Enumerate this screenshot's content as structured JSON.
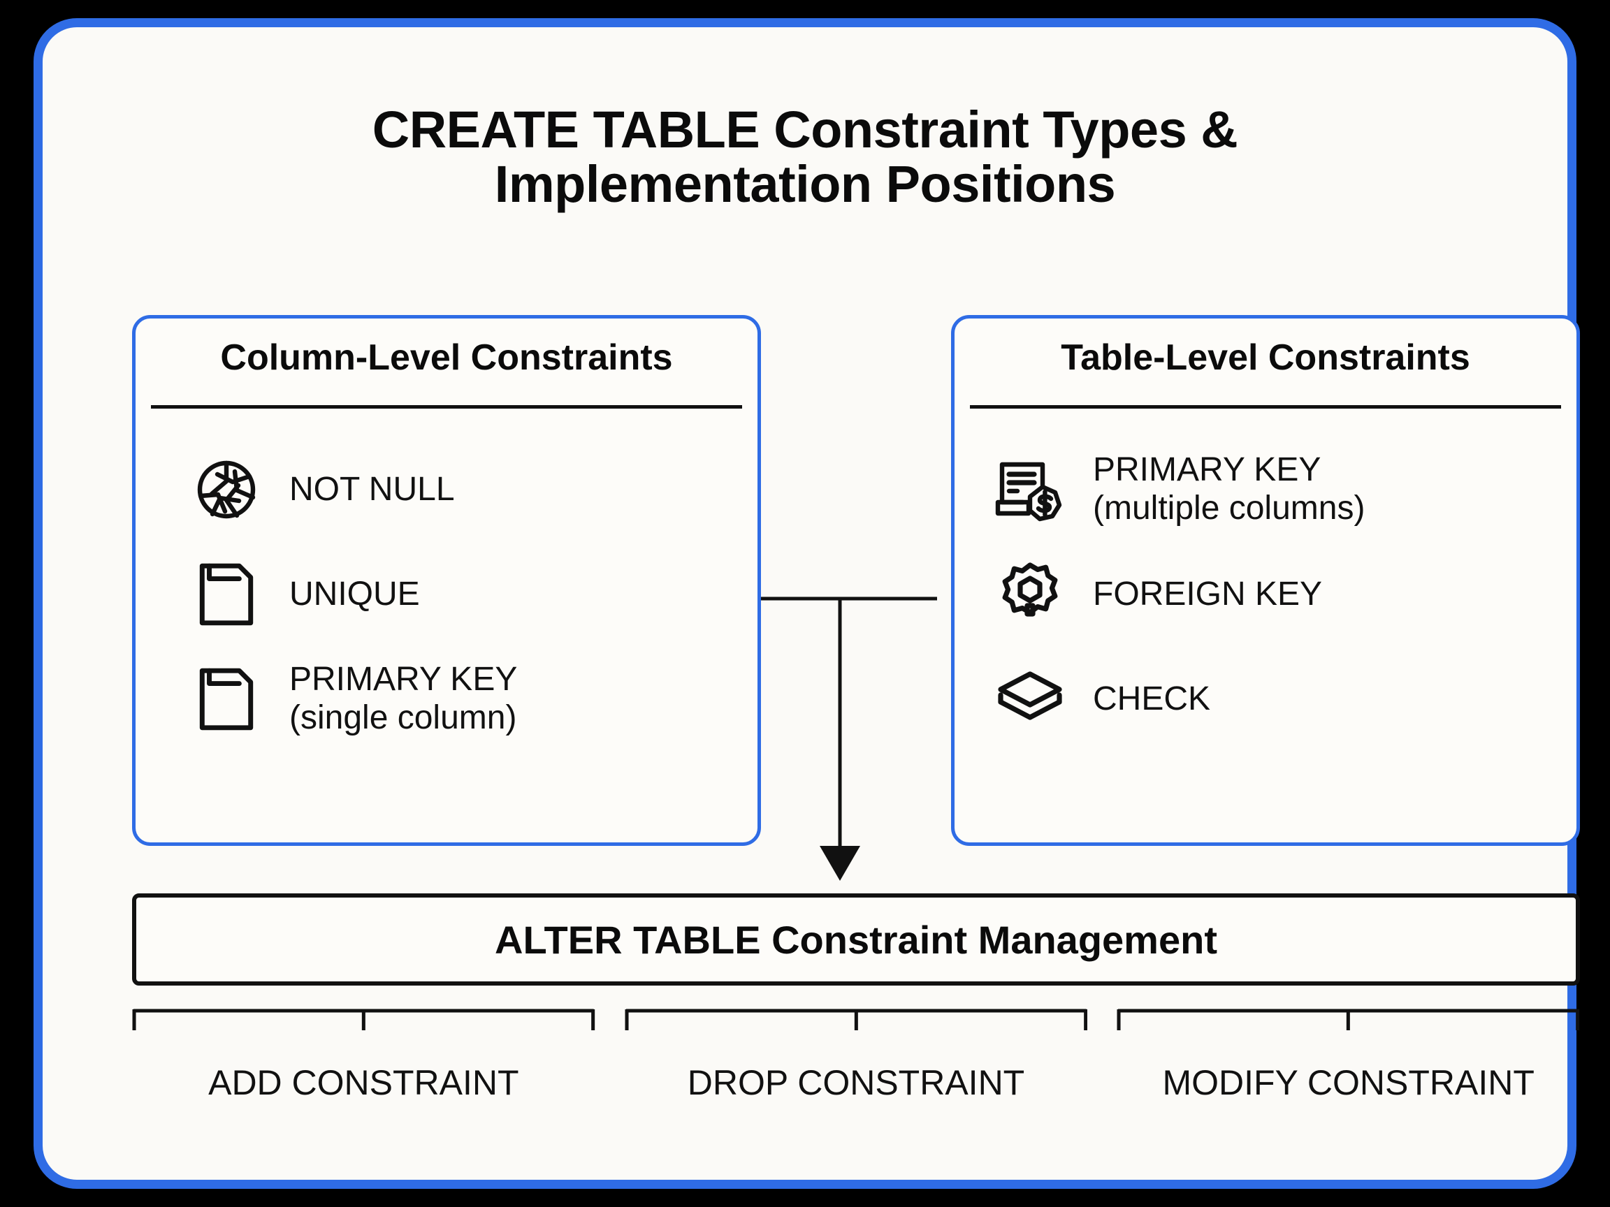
{
  "theme": {
    "outer_background": "#000000",
    "panel_background": "#fbfaf7",
    "accent_blue": "#2f6ce5",
    "ink": "#111111"
  },
  "title": {
    "line1": "CREATE TABLE Constraint Types &",
    "line2": "Implementation Positions"
  },
  "cards": [
    {
      "header": "Column-Level Constraints",
      "items": [
        {
          "icon": "aperture-icon",
          "label": "NOT NULL"
        },
        {
          "icon": "document-icon",
          "label": "UNIQUE"
        },
        {
          "icon": "document-icon",
          "label": "PRIMARY KEY\n(single column)"
        }
      ]
    },
    {
      "header": "Table-Level Constraints",
      "items": [
        {
          "icon": "invoice-dollar-icon",
          "label": "PRIMARY KEY\n(multiple columns)"
        },
        {
          "icon": "gear-icon",
          "label": "FOREIGN KEY"
        },
        {
          "icon": "layers-icon",
          "label": "CHECK"
        }
      ]
    }
  ],
  "alter_bar": {
    "label": "ALTER TABLE Constraint Management"
  },
  "operations": [
    {
      "label": "ADD CONSTRAINT"
    },
    {
      "label": "DROP CONSTRAINT"
    },
    {
      "label": "MODIFY CONSTRAINT"
    }
  ]
}
